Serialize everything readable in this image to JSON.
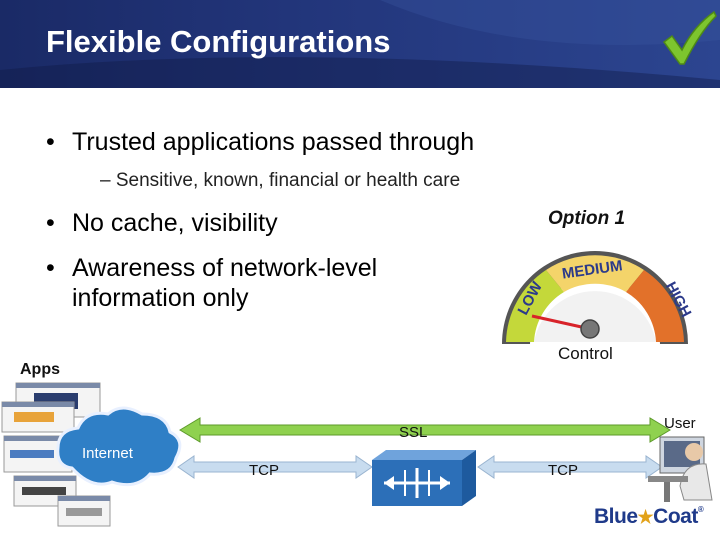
{
  "header": {
    "title": "Flexible Configurations"
  },
  "bullets": [
    {
      "text": "Trusted applications passed through"
    },
    {
      "text": "No cache, visibility"
    },
    {
      "text": "Awareness of network-level",
      "text2": "information only"
    }
  ],
  "sub_bullet": {
    "text": "– Sensitive, known, financial or health care"
  },
  "gauge": {
    "option_label": "Option 1",
    "zones": [
      "LOW",
      "MEDIUM",
      "HIGH"
    ],
    "setting": "LOW",
    "control_label": "Control"
  },
  "diagram": {
    "apps_label": "Apps",
    "internet_label": "Internet",
    "ssl_label": "SSL",
    "tcp_left_label": "TCP",
    "tcp_right_label": "TCP",
    "user_label": "User"
  },
  "logo": {
    "part1": "Blue",
    "part2": "Coat"
  },
  "colors": {
    "header": "#22357a",
    "ssl_arrow": "#8fd14f",
    "tcp_arrow": "#c8dcef",
    "cloud": "#2f7fc6",
    "appliance": "#2c6fb8",
    "checkmark": "#7dc52e"
  },
  "icons": [
    "checkmark-icon",
    "gauge-icon",
    "app-window-icon",
    "cloud-icon",
    "proxy-appliance-icon",
    "user-workstation-icon"
  ]
}
